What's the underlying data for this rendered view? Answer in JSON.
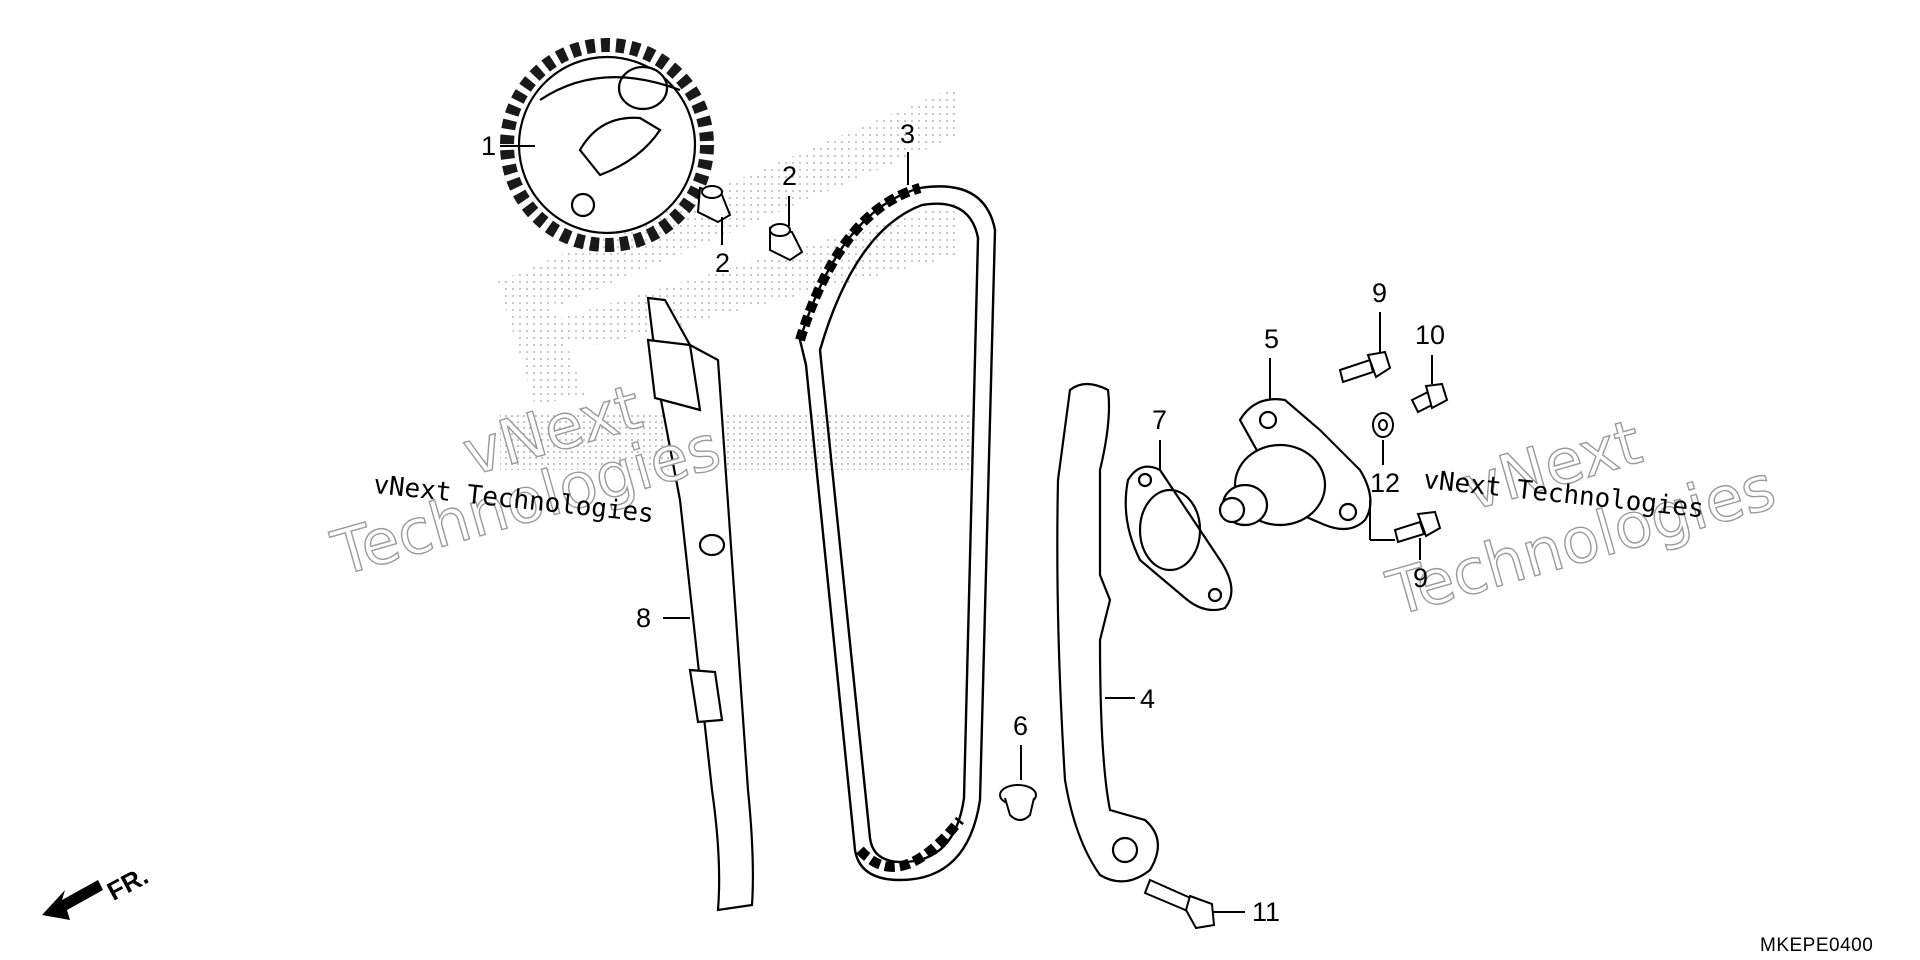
{
  "diagram": {
    "drawing_code": "MKEPE0400",
    "front_marker": "FR.",
    "watermark_text": "vNext Technologies",
    "watermark_outline_line1": "vNext",
    "watermark_outline_line2": "Technologies",
    "callouts": [
      {
        "id": "c1",
        "label": "1"
      },
      {
        "id": "c2a",
        "label": "2"
      },
      {
        "id": "c2b",
        "label": "2"
      },
      {
        "id": "c3",
        "label": "3"
      },
      {
        "id": "c4",
        "label": "4"
      },
      {
        "id": "c5",
        "label": "5"
      },
      {
        "id": "c6",
        "label": "6"
      },
      {
        "id": "c7",
        "label": "7"
      },
      {
        "id": "c8",
        "label": "8"
      },
      {
        "id": "c9a",
        "label": "9"
      },
      {
        "id": "c9b",
        "label": "9"
      },
      {
        "id": "c10",
        "label": "10"
      },
      {
        "id": "c11",
        "label": "11"
      },
      {
        "id": "c12",
        "label": "12"
      }
    ]
  }
}
